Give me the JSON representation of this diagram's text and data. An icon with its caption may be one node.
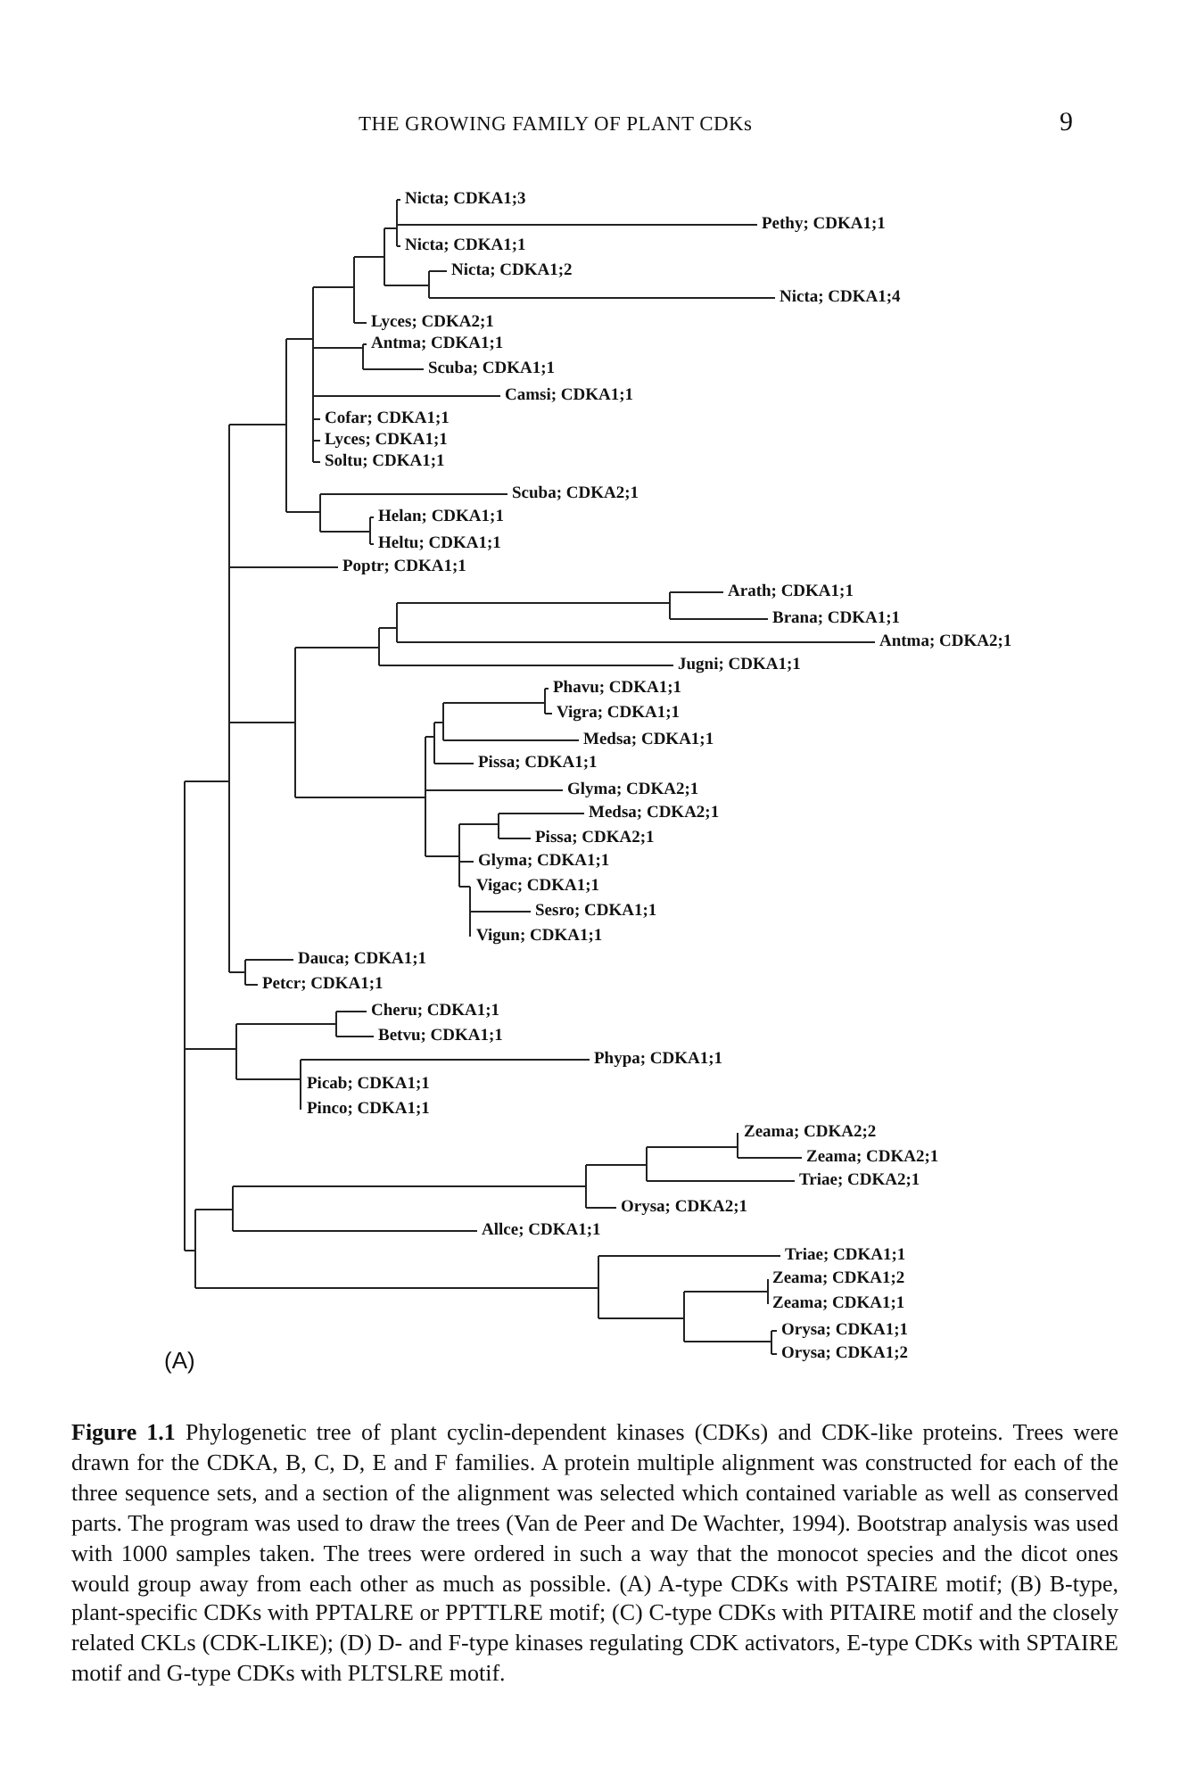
{
  "diagram": {
    "caption": "**Figure 1.1** Phylogenetic tree of plant cyclin-dependent kinases (CDKs) and CDK-like proteins. Trees were drawn for the CDKA, B, C, D, E and F families. A protein multiple alignment was constructed for each of the three sequence sets, and a section of the alignment was selected which contained variable as well as conserved parts. The program was used to draw the trees (Van de Peer and De Wachter, 1994). Bootstrap analysis was used with 1000 samples taken. The trees were ordered in such a way that the monocot species and the dicot ones would group away from each other as much as possible. (A) A-type CDKs with PSTAIRE motif; (B) B-type, plant-specific CDKs with PPTALRE or PPTTLRE motif; (C) C-type CDKs with PITAIRE motif and the closely related CKLs (CDK-LIKE); (D) D- and F-type kinases regulating CDK activators, E-type CDKs with SPTAIRE motif and G-type CDKs with PLTSLRE motif.",
    "labels": [
      "THE GROWING FAMILY OF PLANT CDKs",
      "9",
      "Nicta; CDKA1;3",
      "Pethy; CDKA1;1",
      "Nicta; CDKA1;1",
      "Nicta; CDKA1;2",
      "Nicta; CDKA1;4",
      "Lyces; CDKA2;1",
      "Antma; CDKA1;1",
      "Scuba; CDKA1;1",
      "Camsi; CDKA1;1",
      "Cofar; CDKA1;1",
      "Lyces; CDKA1;1",
      "Soltu; CDKA1;1",
      "Scuba; CDKA2;1",
      "Helan; CDKA1;1",
      "Heltu; CDKA1;1",
      "Poptr; CDKA1;1",
      "Arath; CDKA1;1",
      "Brana; CDKA1;1",
      "Antma; CDKA2;1",
      "Jugni; CDKA1;1",
      "Phavu; CDKA1;1",
      "Vigra; CDKA1;1",
      "Medsa; CDKA1;1",
      "Pissa; CDKA1;1",
      "Glyma; CDKA2;1",
      "Medsa; CDKA2;1",
      "Pissa; CDKA2;1",
      "Glyma; CDKA1;1",
      "Vigac; CDKA1;1",
      "Sesro; CDKA1;1",
      "Vigun; CDKA1;1",
      "Dauca; CDKA1;1",
      "Petcr; CDKA1;1",
      "Cheru; CDKA1;1",
      "Betvu; CDKA1;1",
      "Phypa; CDKA1;1",
      "Picab; CDKA1;1",
      "Pinco; CDKA1;1",
      "Zeama; CDKA2;2",
      "Zeama; CDKA2;1",
      "Triae; CDKA2;1",
      "Orysa; CDKA2;1",
      "Allce; CDKA1;1",
      "Triae; CDKA1;1",
      "Zeama; CDKA1;2",
      "Zeama; CDKA1;1",
      "Orysa; CDKA1;1",
      "Orysa; CDKA1;2",
      "(A)"
    ]
  }
}
